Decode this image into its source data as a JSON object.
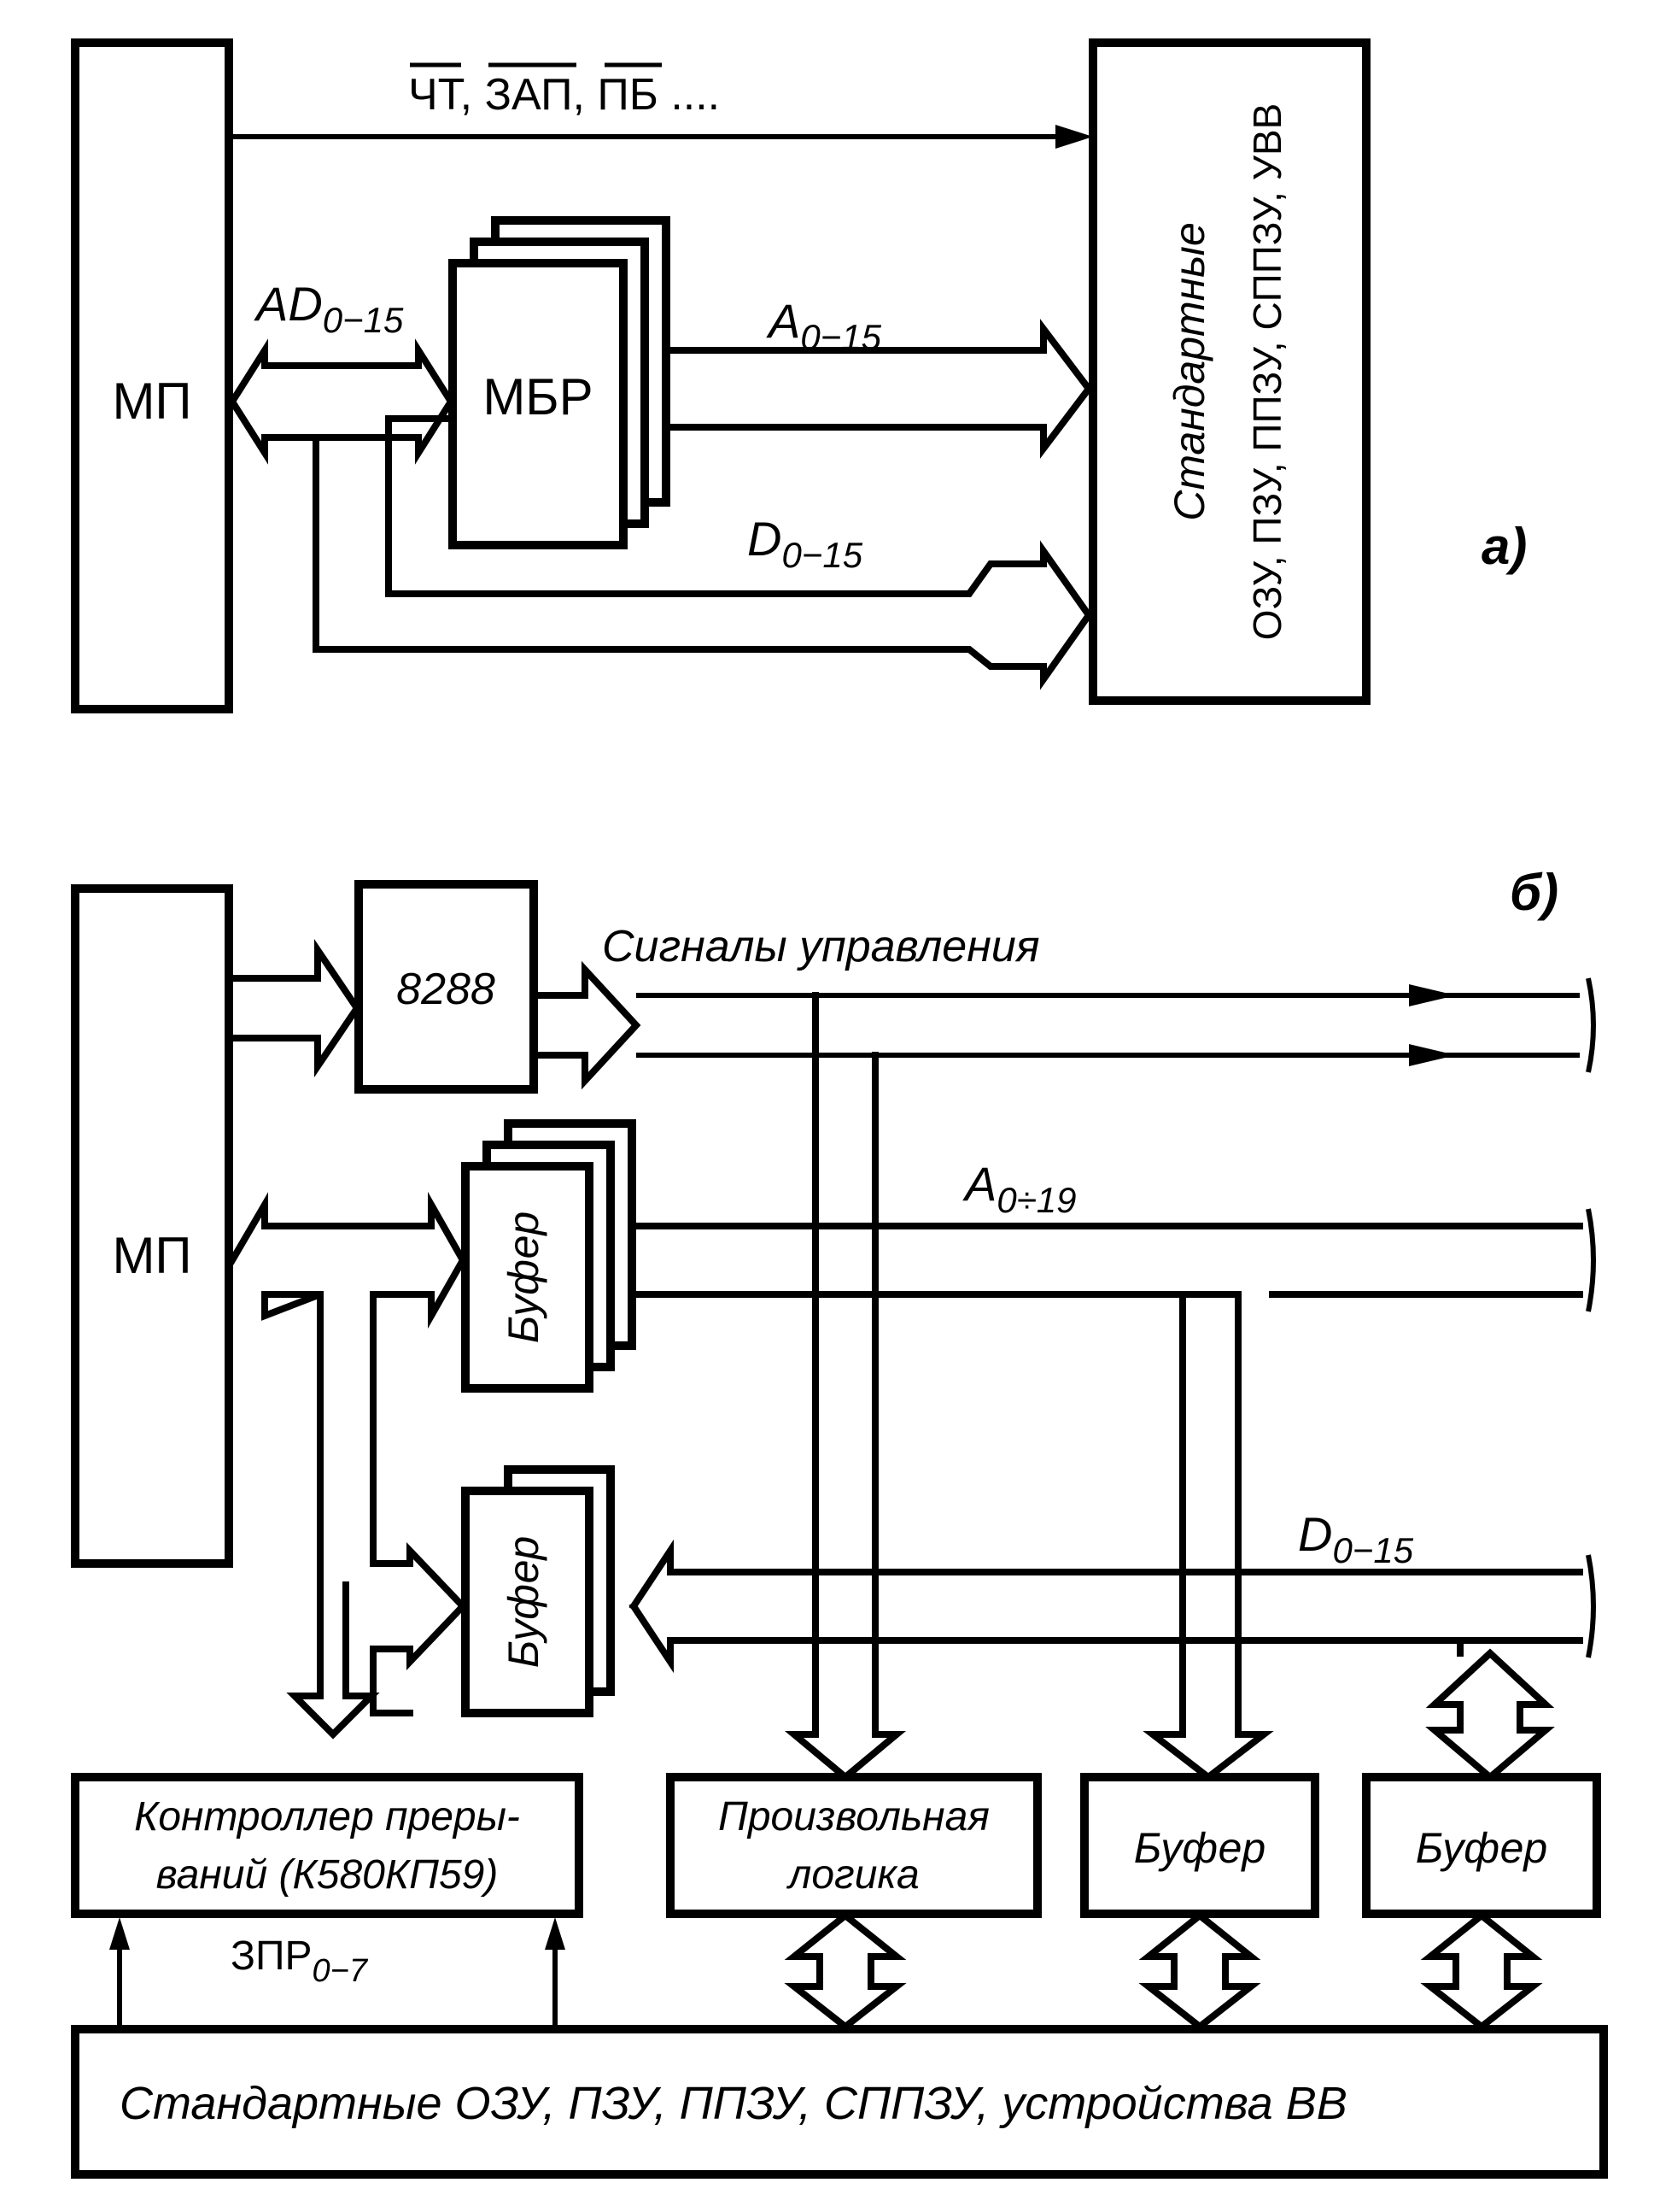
{
  "part_a": {
    "label": "а)",
    "mp": "МП",
    "mbr": "МБР",
    "control_signals": {
      "s1": "ЧТ",
      "sep1": ", ",
      "s2": "ЗАП",
      "sep2": ", ",
      "s3": "ПБ",
      "tail": " ...."
    },
    "ad_bus": "AD",
    "ad_sub": "0−15",
    "addr_bus": "A",
    "addr_sub": "0−15",
    "data_bus": "D",
    "data_sub": "0−15",
    "std_line1": "Стандартные",
    "std_line2": "ОЗУ, ПЗУ, ППЗУ, СППЗУ, УВВ"
  },
  "part_b": {
    "label": "б)",
    "mp": "МП",
    "chip": "8288",
    "control_label": "Сигналы управления",
    "addr_bus": "A",
    "addr_sub": "0÷19",
    "data_bus": "D",
    "data_sub": "0−15",
    "buffer_addr": "Буфер",
    "buffer_data": "Буфер",
    "int_ctrl_line1": "Контроллер преры-",
    "int_ctrl_line2": "ваний (К580КП59)",
    "irq": "ЗПР",
    "irq_sub": "0−7",
    "logic_line1": "Произвольная",
    "logic_line2": "логика",
    "buffer_3": "Буфер",
    "buffer_4": "Буфер",
    "std_bottom": "Стандартные ОЗУ, ПЗУ, ППЗУ, СППЗУ, устройства ВВ"
  }
}
